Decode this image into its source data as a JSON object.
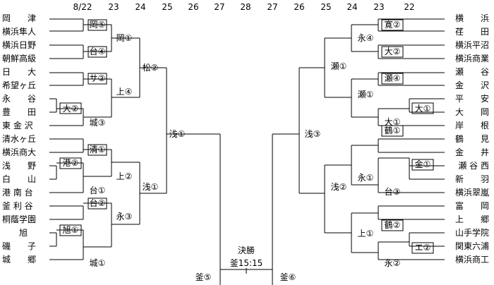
{
  "header": {
    "left": [
      "8/22",
      "23",
      "24",
      "25",
      "26",
      "27",
      "28"
    ],
    "right": [
      "27",
      "26",
      "25",
      "24",
      "23",
      "22"
    ]
  },
  "teams_left": [
    "岡　　津",
    "横浜隼人",
    "横浜日野",
    "朝鮮高級",
    "日　　大",
    "希望ヶ丘",
    "永　　谷",
    "豊　　田",
    "東 金 沢",
    "清水ヶ丘",
    "横浜商大",
    "浅　　野",
    "白　　山",
    "港 南 台",
    "釜 利 谷",
    "桐蔭学園",
    "旭",
    "磯　　子",
    "城　　郷"
  ],
  "teams_right": [
    "横　　浜",
    "荏　　田",
    "横浜平沼",
    "横浜商業",
    "瀬　　谷",
    "金　　沢",
    "平　　安",
    "大　　岡",
    "岸　　根",
    "鶴　　見",
    "金　　井",
    "瀬 谷 西",
    "新　　羽",
    "横浜翠嵐",
    "富　　岡",
    "上　　郷",
    "山手学院",
    "関東六浦",
    "横浜商工"
  ],
  "results": {
    "l_r1_1": "岡⑤",
    "l_r1_2": "台④",
    "l_r1_3": "サ②",
    "l_r1_4": "大②",
    "l_r1_5": "清①",
    "l_r1_6": "港②",
    "l_r1_7": "台②",
    "l_r1_8": "旭①",
    "l_r2_1": "岡①",
    "l_r2_2": "上④",
    "l_r2_3": "城③",
    "l_r2_4": "上②",
    "l_r2_5": "台①",
    "l_r2_6": "永③",
    "l_r2_7": "城①",
    "l_r3_1": "松②",
    "l_r3_2": "浅①",
    "l_sf": "浅①",
    "l_f": "釜⑤",
    "r_r1_1": "寛②",
    "r_r1_2": "大②",
    "r_r1_3": "瀬④",
    "r_r1_4": "大①",
    "r_r1_5": "鶴①",
    "r_r1_6": "金①",
    "r_r1_7": "鶴②",
    "r_r1_8": "エ②",
    "r_r2_1": "永④",
    "r_r2_2": "瀬①",
    "r_r2_3": "大①",
    "r_r2_4": "永①",
    "r_r2_5": "台③",
    "r_r2_6": "上①",
    "r_r2_7": "永②",
    "r_r3_1": "瀬①",
    "r_r3_2": "浅②",
    "r_sf": "浅③",
    "r_f": "釜⑥"
  },
  "final": {
    "label": "決勝",
    "score": "釜15:15"
  }
}
